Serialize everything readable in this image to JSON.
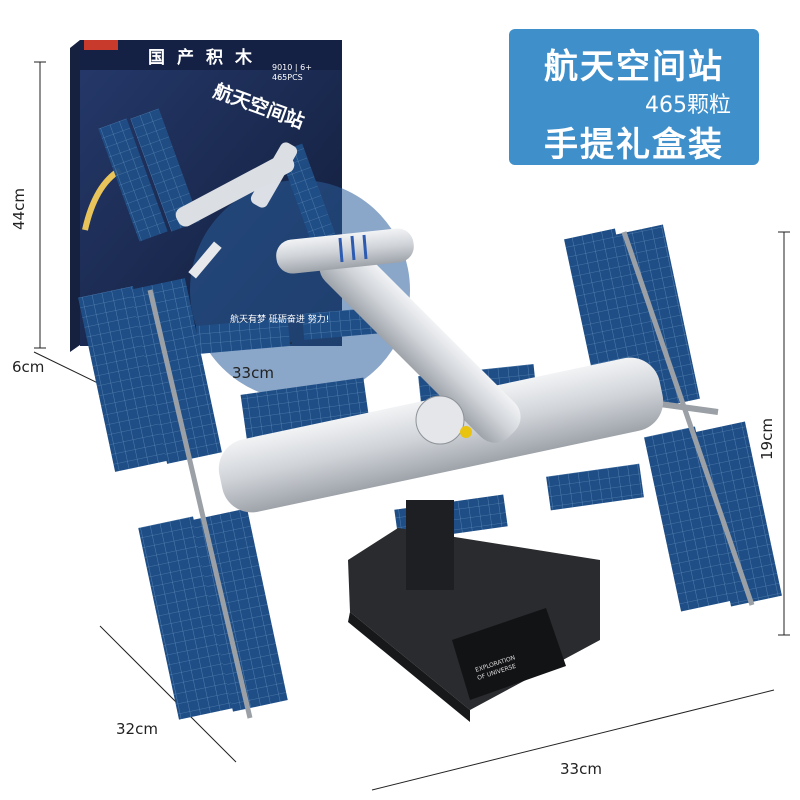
{
  "banner": {
    "title": "航天空间站",
    "piece_count": "465颗粒",
    "packaging": "手提礼盒装",
    "color": "#3f8fcb"
  },
  "box": {
    "brand_line": "国产积木",
    "product_title": "航天空间站",
    "item_no": "9010 | 6+",
    "pieces": "465PCS",
    "slogan": "航天有梦 砥砺奋进 努力!"
  },
  "base_plaque": {
    "line1": "EXPLORATION",
    "line2": "OF UNIVERSE"
  },
  "dimensions": {
    "box_height": "44cm",
    "box_depth": "6cm",
    "box_width": "33cm",
    "model_height": "19cm",
    "model_depth": "32cm",
    "model_width": "33cm"
  },
  "colors": {
    "panel_blue": "#1f4e86",
    "box_navy": "#1c2b52",
    "module_white": "#dadde2"
  }
}
